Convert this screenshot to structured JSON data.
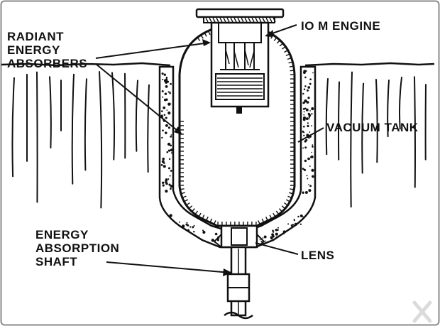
{
  "labels": {
    "radiant_1": "RADIANT",
    "radiant_2": "ENERGY",
    "radiant_3": "ABSORBERS",
    "engine": "IO M ENGINE",
    "vacuum_tank": "VACUUM TANK",
    "lens": "LENS",
    "shaft_1": "ENERGY",
    "shaft_2": "ABSORPTION",
    "shaft_3": "SHAFT"
  },
  "colors": {
    "ink": "#111111",
    "paper": "#ffffff",
    "border": "#8a8a8a"
  },
  "icons": {
    "watermark": "x-logo-watermark"
  }
}
